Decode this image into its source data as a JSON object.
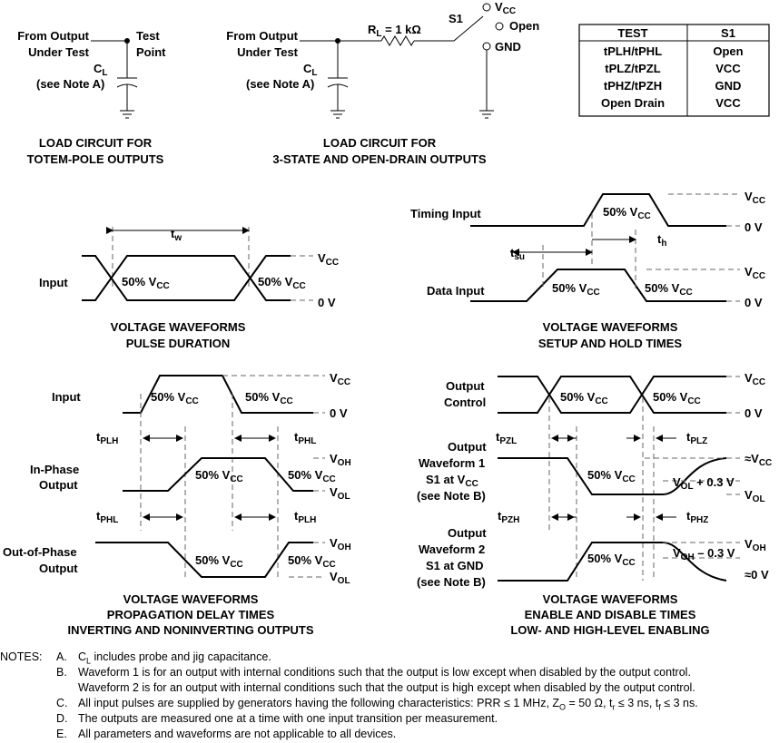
{
  "load": {
    "totem": {
      "from1": "From Output",
      "from2": "Under Test",
      "tp1": "Test",
      "tp2": "Point",
      "cl": "C",
      "cl_sub": "L",
      "note": "(see Note A)",
      "caption1": "LOAD CIRCUIT FOR",
      "caption2": "TOTEM-POLE OUTPUTS"
    },
    "tristate": {
      "from1": "From Output",
      "from2": "Under Test",
      "cl": "C",
      "cl_sub": "L",
      "note": "(see Note A)",
      "rl": "R",
      "rl_sub": "L",
      "rl_val": " = 1 kΩ",
      "s1": "S1",
      "vcc": "V",
      "vcc_sub": "CC",
      "open": "Open",
      "gnd": "GND",
      "caption1": "LOAD CIRCUIT FOR",
      "caption2": "3-STATE AND OPEN-DRAIN OUTPUTS"
    }
  },
  "test_table": {
    "headers": [
      "TEST",
      "S1"
    ],
    "rows": [
      [
        "tPLH/tPHL",
        "Open"
      ],
      [
        "tPLZ/tPZL",
        "VCC"
      ],
      [
        "tPHZ/tPZH",
        "GND"
      ],
      [
        "Open Drain",
        "VCC"
      ]
    ]
  },
  "labels": {
    "vcc": "V",
    "cc": "CC",
    "zero_v": "0 V",
    "fifty": "50% V",
    "voh": "V",
    "oh": "OH",
    "vol": "V",
    "ol": "OL",
    "t": "t",
    "w": "w",
    "su": "su",
    "h": "h",
    "plh": "PLH",
    "phl": "PHL",
    "pzl": "PZL",
    "plz": "PLZ",
    "pzh": "PZH",
    "phz": "PHZ",
    "approx_vcc": "≈V",
    "approx_0v": "≈0 V",
    "plus03": " + 0.3 V",
    "minus03": " – 0.3 V"
  },
  "pulse": {
    "input": "Input",
    "caption1": "VOLTAGE WAVEFORMS",
    "caption2": "PULSE DURATION"
  },
  "setup": {
    "timing": "Timing Input",
    "data": "Data Input",
    "caption1": "VOLTAGE WAVEFORMS",
    "caption2": "SETUP AND HOLD TIMES"
  },
  "prop": {
    "input": "Input",
    "inphase1": "In-Phase",
    "inphase2": "Output",
    "outphase1": "Out-of-Phase",
    "outphase2": "Output",
    "caption1": "VOLTAGE WAVEFORMS",
    "caption2": "PROPAGATION DELAY TIMES",
    "caption3": "INVERTING AND NONINVERTING OUTPUTS"
  },
  "enable": {
    "oc1": "Output",
    "oc2": "Control",
    "w1a": "Output",
    "w1b": "Waveform 1",
    "w1c": "S1 at V",
    "w1c_sub": "CC",
    "w1d": "(see Note B)",
    "w2a": "Output",
    "w2b": "Waveform 2",
    "w2c": "S1 at GND",
    "w2d": "(see Note B)",
    "caption1": "VOLTAGE WAVEFORMS",
    "caption2": "ENABLE AND DISABLE TIMES",
    "caption3": "LOW- AND HIGH-LEVEL ENABLING"
  },
  "notes": {
    "header": "NOTES:",
    "a_letter": "A.",
    "a_pre": "C",
    "a_sub": "L",
    "a_text": " includes probe and jig capacitance.",
    "b_letter": "B.",
    "b_text1": "Waveform 1 is for an output with internal conditions such that the output is low except when disabled by the output control.",
    "b_text2": "Waveform 2 is for an output with internal conditions such that the output is high except when disabled by the output control.",
    "c_letter": "C.",
    "c_text": "All input pulses are supplied by generators having the following characteristics: PRR ≤ 1 MHz, Z",
    "c_sub": "O",
    "c_text2": " = 50 Ω, t",
    "c_r": "r",
    "c_text3": " ≤ 3 ns, t",
    "c_f": "f",
    "c_text4": " ≤ 3 ns.",
    "d_letter": "D.",
    "d_text": "The outputs are measured one at a time with one input transition per measurement.",
    "e_letter": "E.",
    "e_text": "All parameters and waveforms are not applicable to all devices."
  }
}
